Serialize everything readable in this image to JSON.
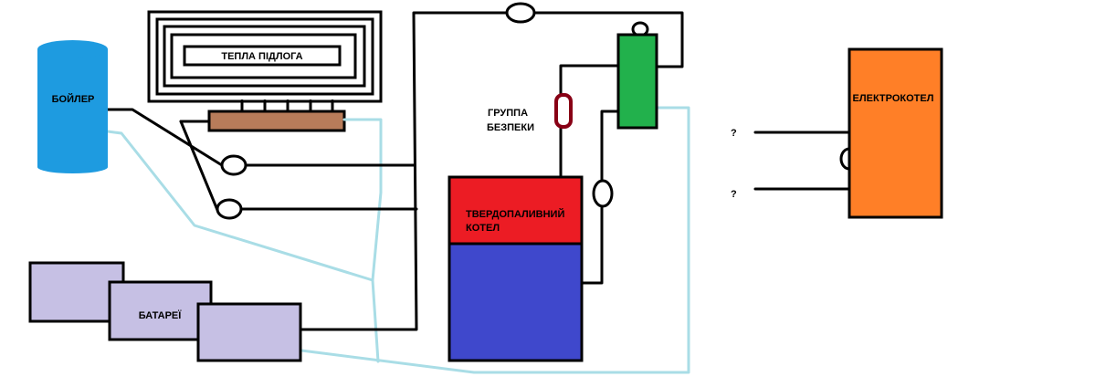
{
  "labels": {
    "floor_heating": "ТЕПЛА ПІДЛОГА",
    "boiler": "БОЙЛЕР",
    "radiators": "БАТАРЕЇ",
    "safety_group_line1": "ГРУППА",
    "safety_group_line2": "БЕЗПЕКИ",
    "solid_fuel_line1": "ТВЕРДОПАЛИВНИЙ",
    "solid_fuel_line2": "КОТЕЛ",
    "electric_boiler": "ЕЛЕКТРОКОТЕЛ",
    "unknown_1": "?",
    "unknown_2": "?"
  },
  "colors": {
    "boiler": "#1e9be0",
    "manifold": "#b87c5a",
    "radiator": "#c6c0e4",
    "solid_fuel_top": "#ec1c24",
    "solid_fuel_bottom": "#3f48cc",
    "hydro_separator": "#22b14c",
    "electric_boiler": "#ff7f27",
    "safety_valve": "#880015",
    "supply_pipe": "#000000",
    "return_pipe": "#a9dde6"
  }
}
